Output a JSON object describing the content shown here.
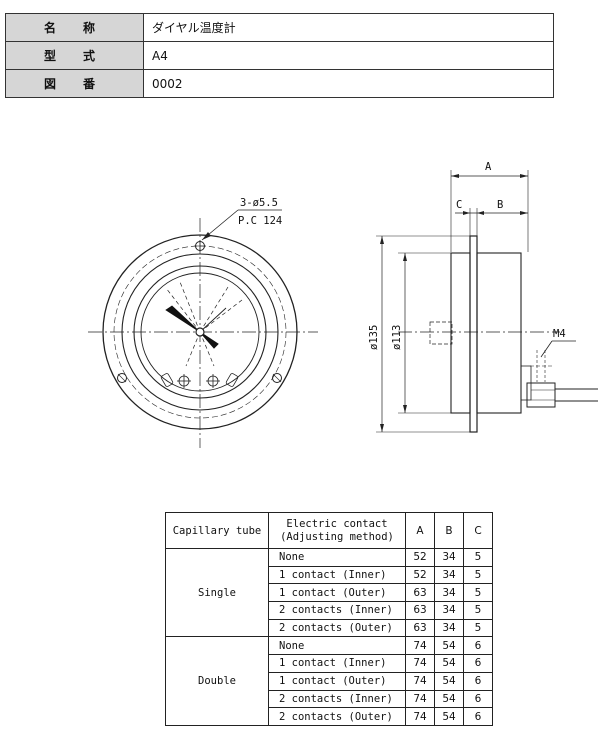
{
  "header": {
    "rows": [
      {
        "label_a": "名",
        "label_b": "称",
        "value": "ダイヤル温度計"
      },
      {
        "label_a": "型",
        "label_b": "式",
        "value": "A4"
      },
      {
        "label_a": "図",
        "label_b": "番",
        "value": "0002"
      }
    ]
  },
  "drawing": {
    "hole_note_1": "3-ø5.5",
    "hole_note_2": "P.C 124",
    "dim_a": "A",
    "dim_b": "B",
    "dim_c": "C",
    "dim_outer_dia": "ø135",
    "dim_inner_dia": "ø113",
    "thread_label": "M4"
  },
  "spec_table": {
    "headers": {
      "capillary": "Capillary tube",
      "electric_1": "Electric contact",
      "electric_2": "(Adjusting method)",
      "a": "A",
      "b": "B",
      "c": "C"
    },
    "groups": [
      {
        "capillary": "Single",
        "rows": [
          {
            "contact": "None",
            "a": "52",
            "b": "34",
            "c": "5"
          },
          {
            "contact": "1 contact (Inner)",
            "a": "52",
            "b": "34",
            "c": "5"
          },
          {
            "contact": "1 contact (Outer)",
            "a": "63",
            "b": "34",
            "c": "5"
          },
          {
            "contact": "2 contacts (Inner)",
            "a": "63",
            "b": "34",
            "c": "5"
          },
          {
            "contact": "2 contacts (Outer)",
            "a": "63",
            "b": "34",
            "c": "5"
          }
        ]
      },
      {
        "capillary": "Double",
        "rows": [
          {
            "contact": "None",
            "a": "74",
            "b": "54",
            "c": "6"
          },
          {
            "contact": "1 contact (Inner)",
            "a": "74",
            "b": "54",
            "c": "6"
          },
          {
            "contact": "1 contact (Outer)",
            "a": "74",
            "b": "54",
            "c": "6"
          },
          {
            "contact": "2 contacts (Inner)",
            "a": "74",
            "b": "54",
            "c": "6"
          },
          {
            "contact": "2 contacts (Outer)",
            "a": "74",
            "b": "54",
            "c": "6"
          }
        ]
      }
    ]
  }
}
